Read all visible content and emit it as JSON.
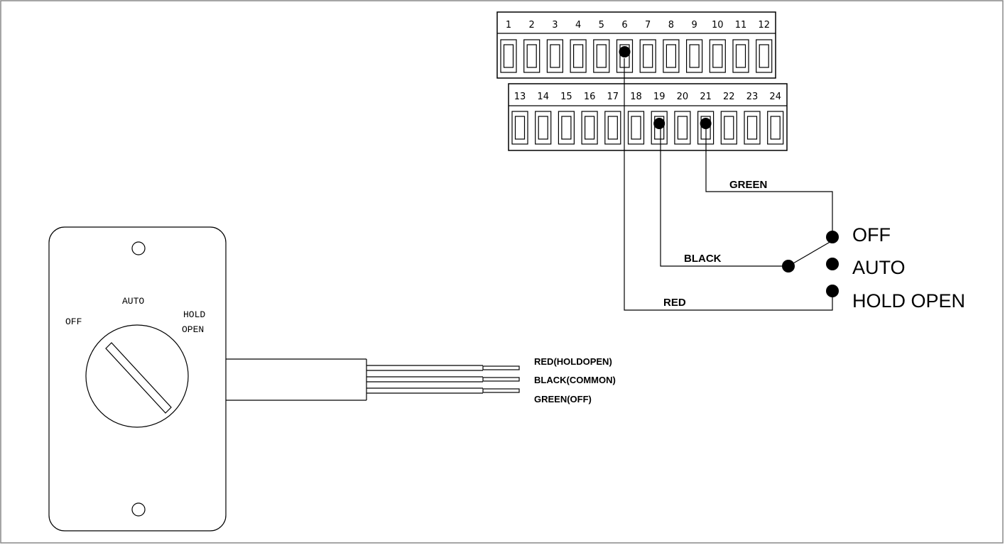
{
  "terminal_block_top": {
    "numbers": [
      "1",
      "2",
      "3",
      "4",
      "5",
      "6",
      "7",
      "8",
      "9",
      "10",
      "11",
      "12"
    ],
    "connected": [
      "6"
    ]
  },
  "terminal_block_bottom": {
    "numbers": [
      "13",
      "14",
      "15",
      "16",
      "17",
      "18",
      "19",
      "20",
      "21",
      "22",
      "23",
      "24"
    ],
    "connected": [
      "19",
      "21"
    ]
  },
  "wiring": {
    "green_label": "GREEN",
    "black_label": "BLACK",
    "red_label": "RED"
  },
  "switch_positions": {
    "off": "OFF",
    "auto": "AUTO",
    "hold_open": "HOLD OPEN"
  },
  "switch_plate": {
    "off_label": "OFF",
    "auto_label": "AUTO",
    "hold_line1": "HOLD",
    "hold_line2": "OPEN"
  },
  "lead_labels": {
    "red": "RED(HOLDOPEN)",
    "black": "BLACK(COMMON)",
    "green": "GREEN(OFF)"
  },
  "colors": {
    "line": "#000000",
    "border": "#888888"
  }
}
